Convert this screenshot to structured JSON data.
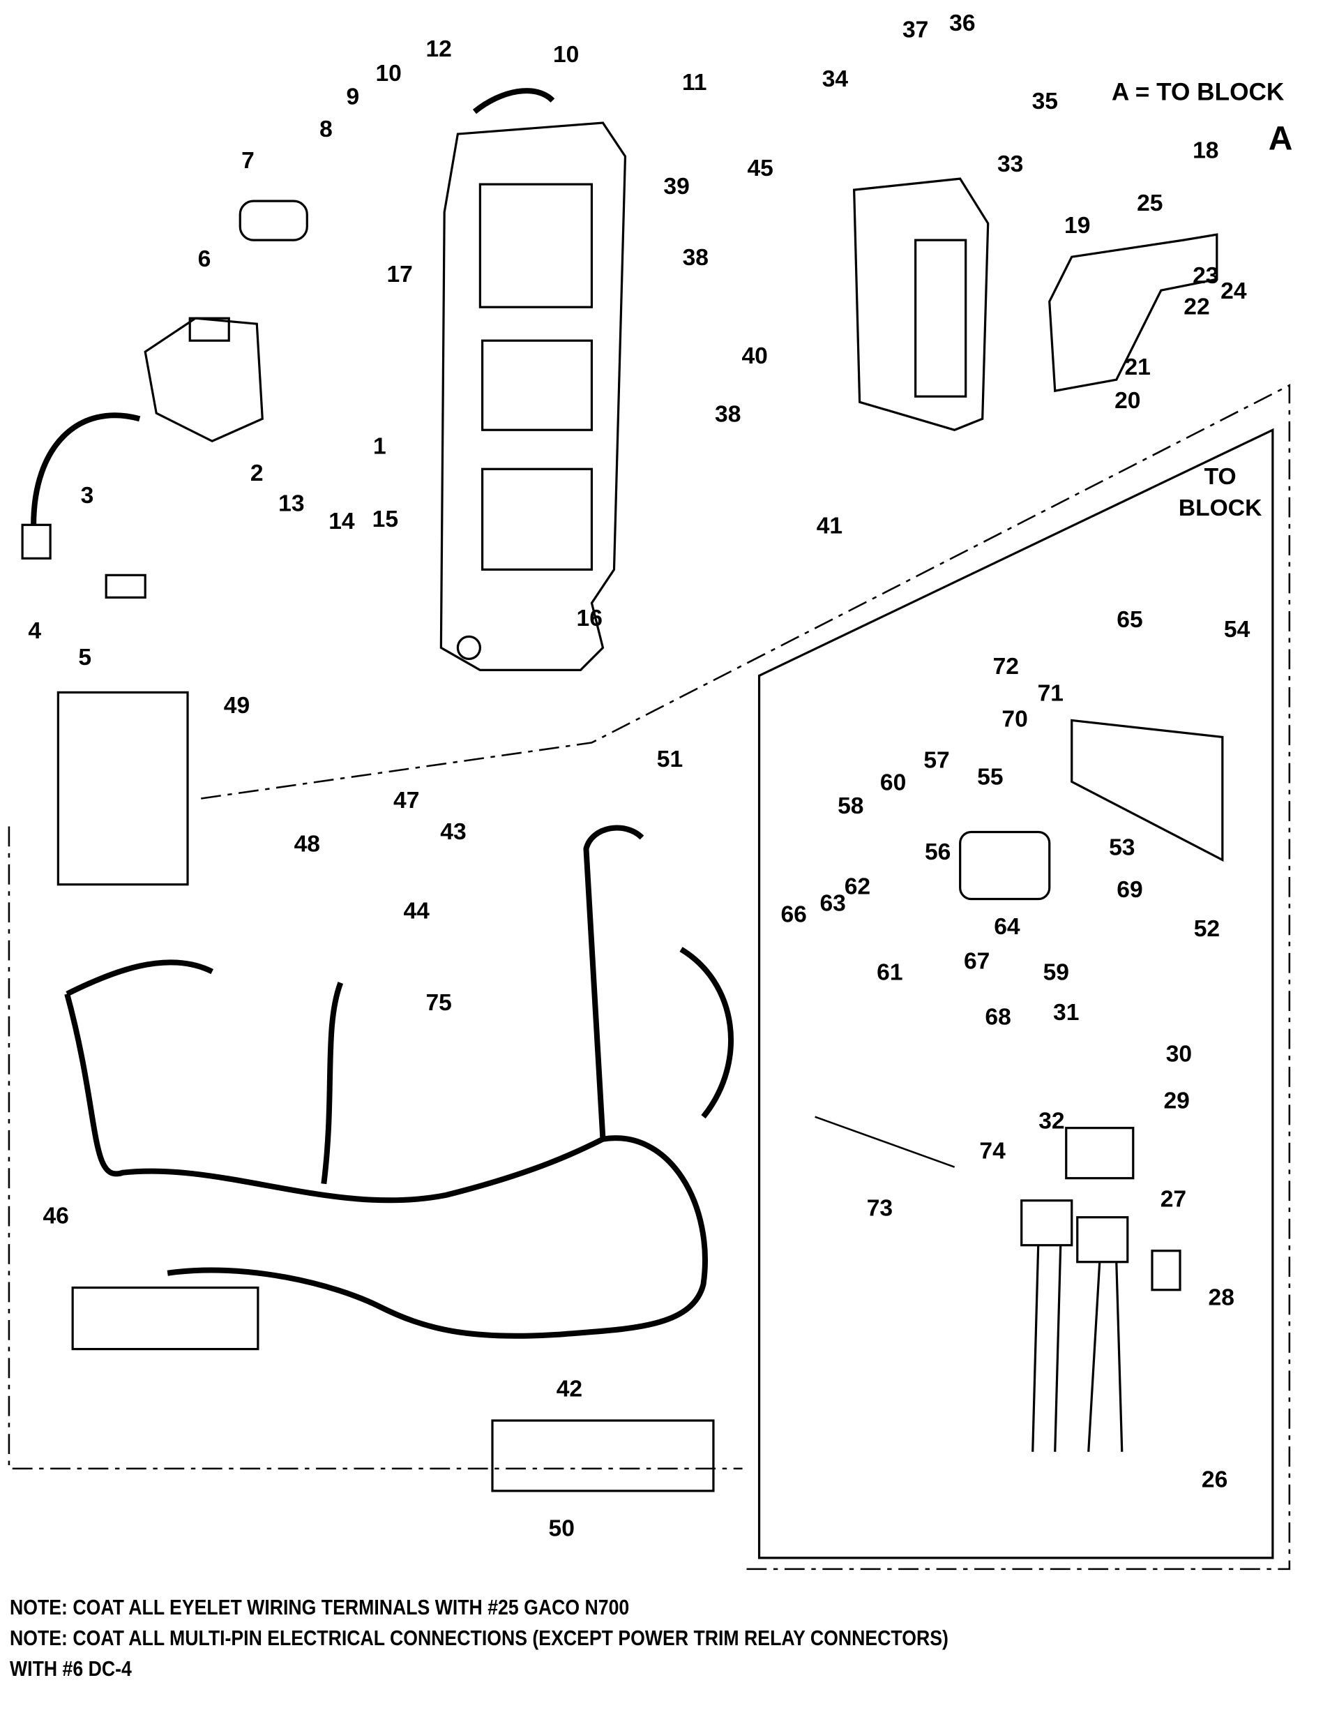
{
  "legend_note": "A = TO BLOCK",
  "connector_letter": "A",
  "to_block_label_line1": "TO",
  "to_block_label_line2": "BLOCK",
  "callouts": [
    "12",
    "10",
    "10",
    "11",
    "37",
    "36",
    "34",
    "35",
    "9",
    "8",
    "7",
    "39",
    "45",
    "33",
    "18",
    "25",
    "19",
    "23",
    "24",
    "22",
    "38",
    "6",
    "17",
    "21",
    "40",
    "20",
    "38",
    "1",
    "2",
    "3",
    "13",
    "14",
    "15",
    "41",
    "16",
    "65",
    "54",
    "4",
    "5",
    "72",
    "71",
    "49",
    "70",
    "51",
    "57",
    "55",
    "60",
    "47",
    "58",
    "43",
    "48",
    "56",
    "53",
    "69",
    "62",
    "63",
    "66",
    "64",
    "44",
    "52",
    "67",
    "61",
    "59",
    "75",
    "68",
    "31",
    "30",
    "29",
    "32",
    "74",
    "27",
    "73",
    "46",
    "28",
    "42",
    "26",
    "50"
  ],
  "notes": [
    "NOTE: COAT ALL EYELET WIRING TERMINALS WITH #25 GACO N700",
    "NOTE: COAT ALL MULTI-PIN ELECTRICAL CONNECTIONS (EXCEPT POWER TRIM RELAY CONNECTORS)",
    "WITH #6 DC-4"
  ]
}
